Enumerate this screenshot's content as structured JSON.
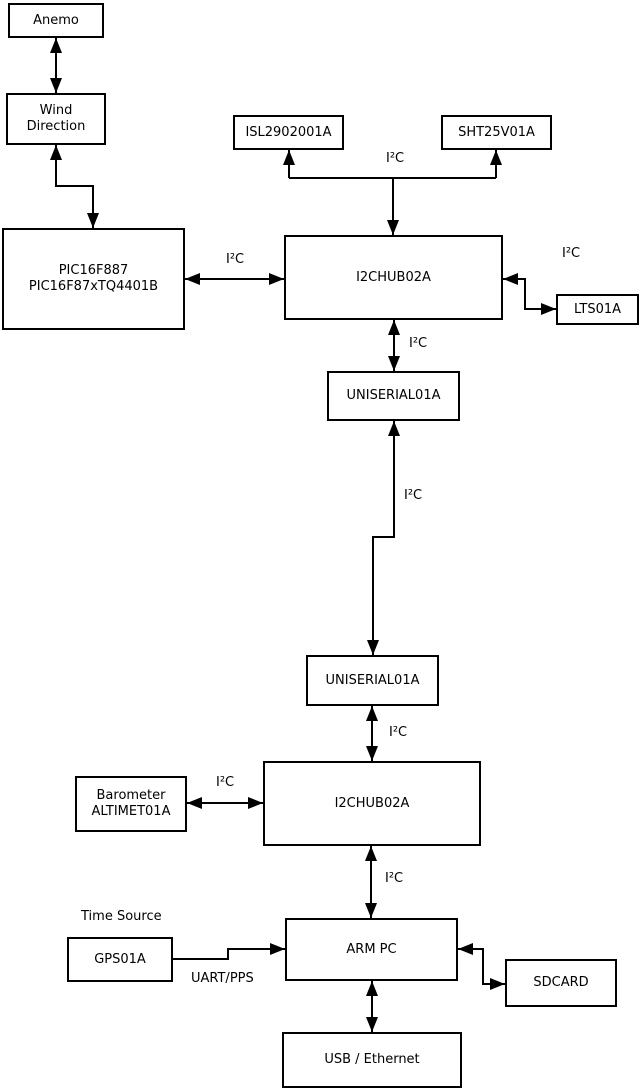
{
  "diagram": {
    "colors": {
      "background": "#ffffff",
      "box_fill": "#ffffff",
      "box_border": "#000000",
      "line_color": "#000000",
      "text_color": "#000000"
    },
    "nodes": {
      "anemo": {
        "label": "Anemo"
      },
      "wind": {
        "line1": "Wind",
        "line2": "Direction"
      },
      "pic": {
        "line1": "PIC16F887",
        "line2": "PIC16F87xTQ4401B"
      },
      "isl": {
        "label": "ISL2902001A"
      },
      "sht": {
        "label": "SHT25V01A"
      },
      "hub1": {
        "label": "I2CHUB02A"
      },
      "lts": {
        "label": "LTS01A"
      },
      "uniserial1": {
        "label": "UNISERIAL01A"
      },
      "uniserial2": {
        "label": "UNISERIAL01A"
      },
      "barometer": {
        "line1": "Barometer",
        "line2": "ALTIMET01A"
      },
      "hub2": {
        "label": "I2CHUB02A"
      },
      "gps": {
        "label": "GPS01A"
      },
      "armpc": {
        "label": "ARM PC"
      },
      "sdcard": {
        "label": "SDCARD"
      },
      "usb": {
        "label": "USB / Ethernet"
      }
    },
    "labels": {
      "i2c_sensor_bus": "I²C",
      "i2c_pic_hub1": "I²C",
      "i2c_hub1_lts": "I²C",
      "i2c_hub1_serial": "I²C",
      "i2c_serial_link": "I²C",
      "i2c_serial_hub2": "I²C",
      "i2c_barometer": "I²C",
      "i2c_hub2_arm": "I²C",
      "time_source": "Time Source",
      "uart_pps": "UART/PPS"
    }
  }
}
